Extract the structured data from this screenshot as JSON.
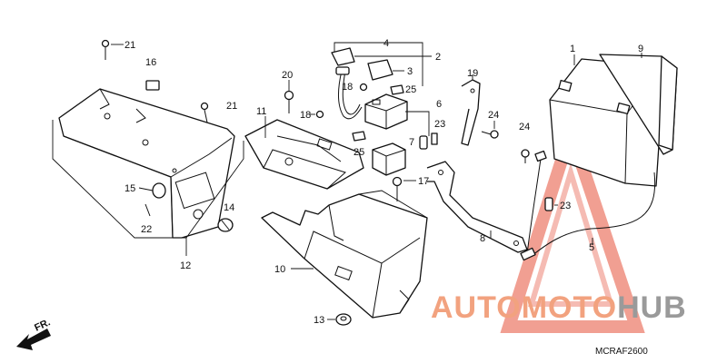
{
  "diagram": {
    "callouts": {
      "c1": "1",
      "c2": "2",
      "c3": "3",
      "c4": "4",
      "c5": "5",
      "c6": "6",
      "c7": "7",
      "c8": "8",
      "c9": "9",
      "c10": "10",
      "c11": "11",
      "c12": "12",
      "c13": "13",
      "c14": "14",
      "c15": "15",
      "c16": "16",
      "c17": "17",
      "c18a": "18",
      "c18b": "18",
      "c19": "19",
      "c20": "20",
      "c21a": "21",
      "c21b": "21",
      "c22": "22",
      "c23a": "23",
      "c23b": "23",
      "c24a": "24",
      "c24b": "24",
      "c25a": "25",
      "c25b": "25"
    },
    "direction_label": "FR.",
    "code": "MCRAF2600"
  },
  "watermark": {
    "part1": "AUTOMOTO",
    "part2": "HUB",
    "color_primary": "#f2a27f",
    "color_secondary": "#9a9a9a"
  }
}
